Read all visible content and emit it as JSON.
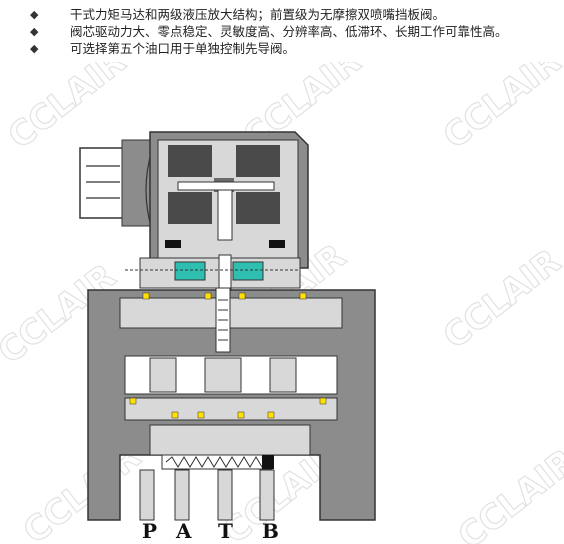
{
  "bullets": {
    "glyph": "◆",
    "items": [
      "干式力矩马达和两级液压放大结构；前置级为无摩擦双喷嘴挡板阀。",
      "阀芯驱动力大、零点稳定、灵敏度高、分辨率高、低滞环、长期工作可靠性高。",
      "可选择第五个油口用于单独控制先导阀。"
    ]
  },
  "diagram": {
    "ports": [
      "P",
      "A",
      "T",
      "B"
    ],
    "watermark": "CCLAIR"
  },
  "colors": {
    "body_gray": "#8c8c8c",
    "dark": "#4a4a4a",
    "light": "#d8d8d8",
    "accent_cyan": "#2fbfb0",
    "seal_yellow": "#ffe000"
  }
}
